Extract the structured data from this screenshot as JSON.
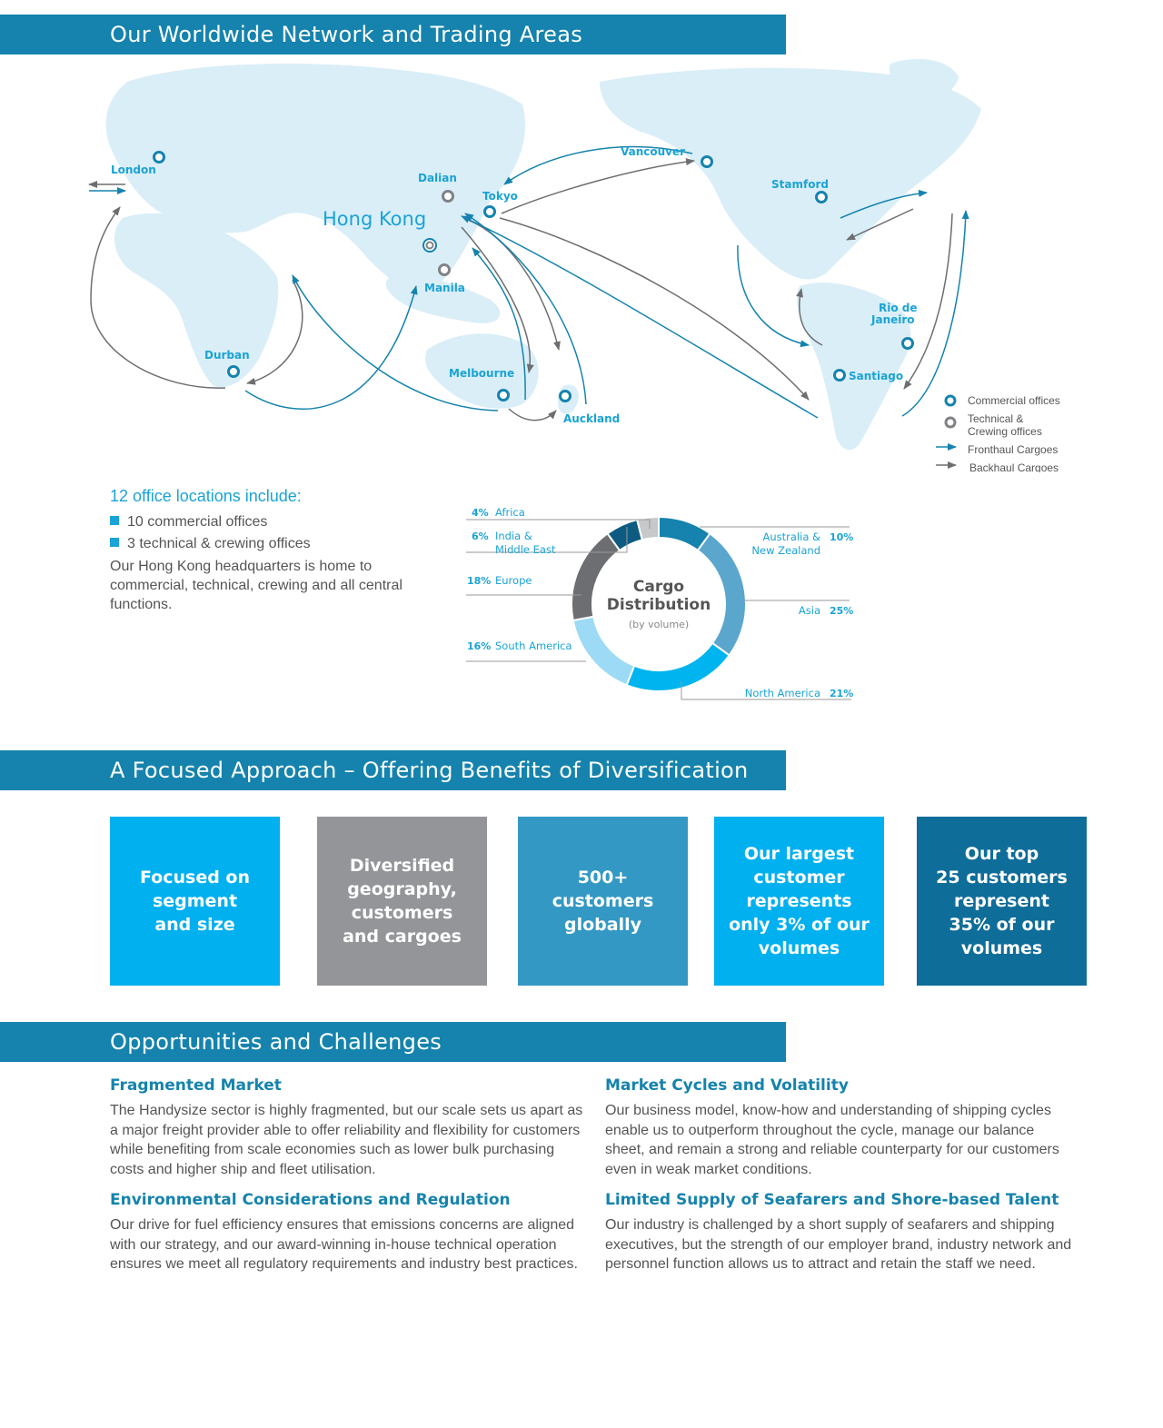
{
  "sections": {
    "network_title": "Our Worldwide Network and Trading Areas",
    "approach_title": "A Focused Approach – Offering Benefits of Diversification",
    "opportunities_title": "Opportunities and Challenges"
  },
  "map": {
    "hq_label": "Hong Kong",
    "cities": {
      "london": "London",
      "dalian": "Dalian",
      "tokyo": "Tokyo",
      "vancouver": "Vancouver",
      "stamford": "Stamford",
      "manila": "Manila",
      "durban": "Durban",
      "melbourne": "Melbourne",
      "auckland": "Auckland",
      "rio_line1": "Rio de",
      "rio_line2": "Janeiro",
      "santiago": "Santiago"
    },
    "legend": {
      "commercial": "Commercial offices",
      "technical_line1": "Technical &",
      "technical_line2": "Crewing offices",
      "fronthaul": "Fronthaul Cargoes",
      "backhaul": "Backhaul Cargoes"
    },
    "colors": {
      "land": "#daeef8",
      "fronthaul": "#1583ad",
      "backhaul": "#6d6e71",
      "commercial": "#1583ad",
      "technical": "#808285"
    }
  },
  "offices": {
    "heading": "12 office locations include:",
    "items": [
      "10 commercial offices",
      "3 technical & crewing offices"
    ],
    "note": "Our Hong Kong headquarters is home to commercial, technical, crewing and all central functions."
  },
  "cargo": {
    "center_line1": "Cargo",
    "center_line2": "Distribution",
    "center_sub": "(by volume)",
    "segments": [
      {
        "label": "Australia &",
        "label2": "New Zealand",
        "pct": "10%",
        "value": 10,
        "color": "#1583ad"
      },
      {
        "label": "Asia",
        "label2": "",
        "pct": "25%",
        "value": 25,
        "color": "#5aa6cd"
      },
      {
        "label": "North America",
        "label2": "",
        "pct": "21%",
        "value": 21,
        "color": "#00b4ef"
      },
      {
        "label": "South America",
        "label2": "",
        "pct": "16%",
        "value": 16,
        "color": "#9cdaf6"
      },
      {
        "label": "Europe",
        "label2": "",
        "pct": "18%",
        "value": 18,
        "color": "#6d6e71"
      },
      {
        "label": "India &",
        "label2": "Middle East",
        "pct": "6%",
        "value": 6,
        "color": "#0d5b80"
      },
      {
        "label": "Africa",
        "label2": "",
        "pct": "4%",
        "value": 4,
        "color": "#c7c8ca"
      }
    ]
  },
  "approach": [
    {
      "text": "Focused on\nsegment\nand size",
      "color": "#00b0ef"
    },
    {
      "text": "Diversified\ngeography,\ncustomers\nand cargoes",
      "color": "#939598"
    },
    {
      "text": "500+\ncustomers\nglobally",
      "color": "#3399c4"
    },
    {
      "text": "Our largest\ncustomer\nrepresents\nonly 3% of our\nvolumes",
      "color": "#00b0ef"
    },
    {
      "text": "Our top\n25 customers\nrepresent\n35% of our\nvolumes",
      "color": "#0f6d99"
    }
  ],
  "opportunities": [
    {
      "title": "Fragmented Market",
      "body": "The Handysize sector is highly fragmented, but our scale sets us apart as a major freight provider able to offer reliability and flexibility for customers while benefiting from scale economies such as lower bulk purchasing costs and higher ship and fleet utilisation."
    },
    {
      "title": "Market Cycles and Volatility",
      "body": "Our business model, know-how and understanding of shipping cycles enable us to outperform throughout the cycle, manage our balance sheet, and remain a strong and reliable counterparty for our customers even in weak market conditions."
    },
    {
      "title": "Environmental Considerations and Regulation",
      "body": "Our drive for fuel efficiency ensures that emissions concerns are aligned with our strategy, and our award-winning in-house technical operation ensures we meet all regulatory requirements and industry best practices."
    },
    {
      "title": "Limited Supply of Seafarers and Shore-based Talent",
      "body": "Our industry is challenged by a short supply of seafarers and shipping executives, but the strength of our employer brand, industry network and personnel function allows us to attract and retain the staff we need."
    }
  ]
}
